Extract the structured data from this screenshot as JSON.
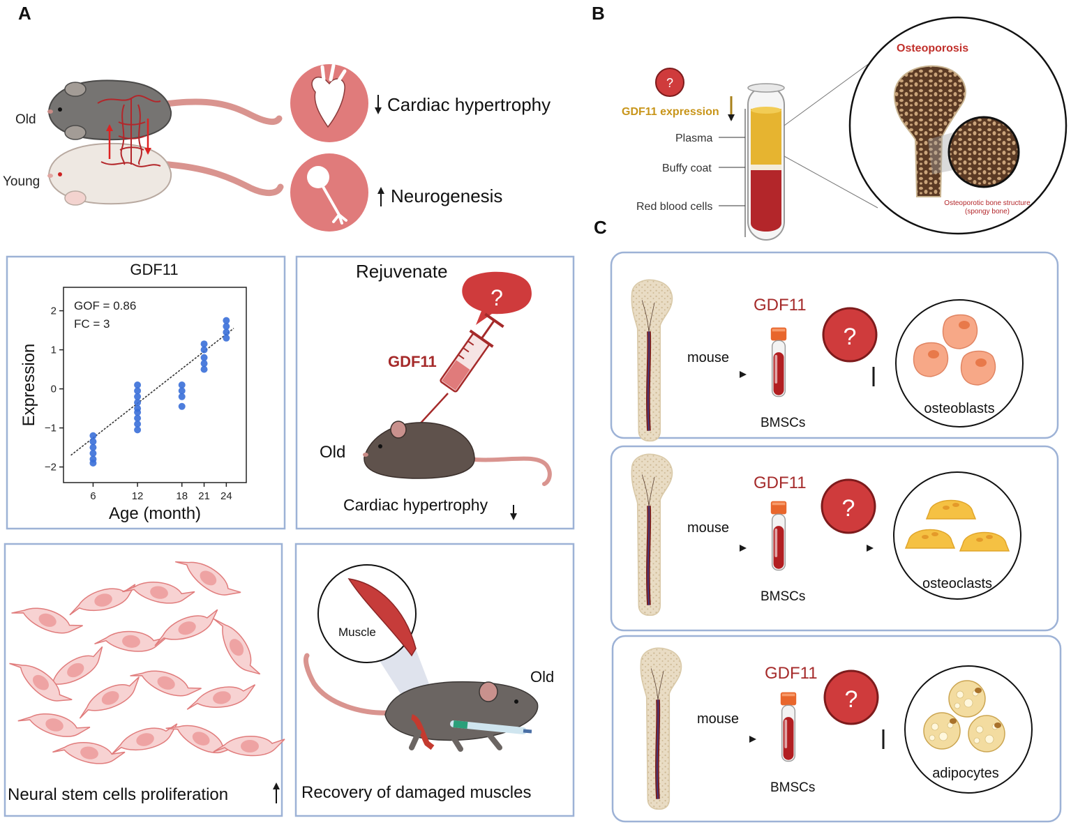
{
  "panels": {
    "A": "A",
    "B": "B",
    "C": "C"
  },
  "parabiosis": {
    "old_label": "Old",
    "young_label": "Young",
    "effect_1": "Cardiac hypertrophy",
    "effect_2": "Neurogenesis"
  },
  "chart": {
    "title": "GDF11",
    "gof_text": "GOF = 0.86",
    "fc_text": "FC = 3",
    "xlabel": "Age (month)",
    "ylabel": "Expression"
  },
  "chart_data": {
    "type": "scatter",
    "title": "GDF11",
    "xlabel": "Age (month)",
    "ylabel": "Expression",
    "x_ticks": [
      "6",
      "12",
      "18",
      "21",
      "24"
    ],
    "y_ticks": [
      "2",
      "1",
      "0",
      "−1",
      "−2"
    ],
    "ylim": [
      -2.4,
      2.6
    ],
    "grid": false,
    "annotations": [
      "GOF = 0.86",
      "FC = 3"
    ],
    "points": [
      {
        "x": 6,
        "y": -1.2
      },
      {
        "x": 6,
        "y": -1.35
      },
      {
        "x": 6,
        "y": -1.5
      },
      {
        "x": 6,
        "y": -1.65
      },
      {
        "x": 6,
        "y": -1.8
      },
      {
        "x": 6,
        "y": -1.9
      },
      {
        "x": 12,
        "y": 0.1
      },
      {
        "x": 12,
        "y": -0.05
      },
      {
        "x": 12,
        "y": -0.2
      },
      {
        "x": 12,
        "y": -0.35
      },
      {
        "x": 12,
        "y": -0.5
      },
      {
        "x": 12,
        "y": -0.6
      },
      {
        "x": 12,
        "y": -0.75
      },
      {
        "x": 12,
        "y": -0.9
      },
      {
        "x": 12,
        "y": -1.05
      },
      {
        "x": 18,
        "y": 0.1
      },
      {
        "x": 18,
        "y": -0.05
      },
      {
        "x": 18,
        "y": -0.2
      },
      {
        "x": 18,
        "y": -0.45
      },
      {
        "x": 21,
        "y": 1.15
      },
      {
        "x": 21,
        "y": 1.0
      },
      {
        "x": 21,
        "y": 0.8
      },
      {
        "x": 21,
        "y": 0.65
      },
      {
        "x": 21,
        "y": 0.5
      },
      {
        "x": 24,
        "y": 1.75
      },
      {
        "x": 24,
        "y": 1.6
      },
      {
        "x": 24,
        "y": 1.45
      },
      {
        "x": 24,
        "y": 1.3
      }
    ],
    "fit_line": [
      {
        "x": 3,
        "y": -1.7
      },
      {
        "x": 25,
        "y": 1.55
      }
    ]
  },
  "rejuvenate": {
    "title": "Rejuvenate",
    "question": "?",
    "gdf11": "GDF11",
    "old_label": "Old",
    "effect": "Cardiac hypertrophy"
  },
  "neural": {
    "caption": "Neural stem cells proliferation"
  },
  "muscle": {
    "muscle_label": "Muscle",
    "old_label": "Old",
    "caption": "Recovery of damaged muscles"
  },
  "blood": {
    "question": "?",
    "expression_label": "GDF11 expression",
    "plasma": "Plasma",
    "buffy": "Buffy coat",
    "rbc": "Red blood cells"
  },
  "osteoporosis": {
    "title": "Osteoporosis",
    "structure_line1": "Osteoporotic bone structure",
    "structure_line2": "(spongy bone)"
  },
  "rows": [
    {
      "mouse": "mouse",
      "gdf11": "GDF11",
      "question": "?",
      "bmsc": "BMSCs",
      "cells": "osteoblasts",
      "effect": "inhibit"
    },
    {
      "mouse": "mouse",
      "gdf11": "GDF11",
      "question": "?",
      "bmsc": "BMSCs",
      "cells": "osteoclasts",
      "effect": "promote"
    },
    {
      "mouse": "mouse",
      "gdf11": "GDF11",
      "question": "?",
      "bmsc": "BMSCs",
      "cells": "adipocytes",
      "effect": "inhibit"
    }
  ],
  "colors": {
    "panel_border": "#9db2d6",
    "accent_red": "#a52a2a",
    "coral": "#e07b7b",
    "plasma_yellow": "#e6b430",
    "gold_text": "#c8951a",
    "point_blue": "#3a6fd8"
  }
}
